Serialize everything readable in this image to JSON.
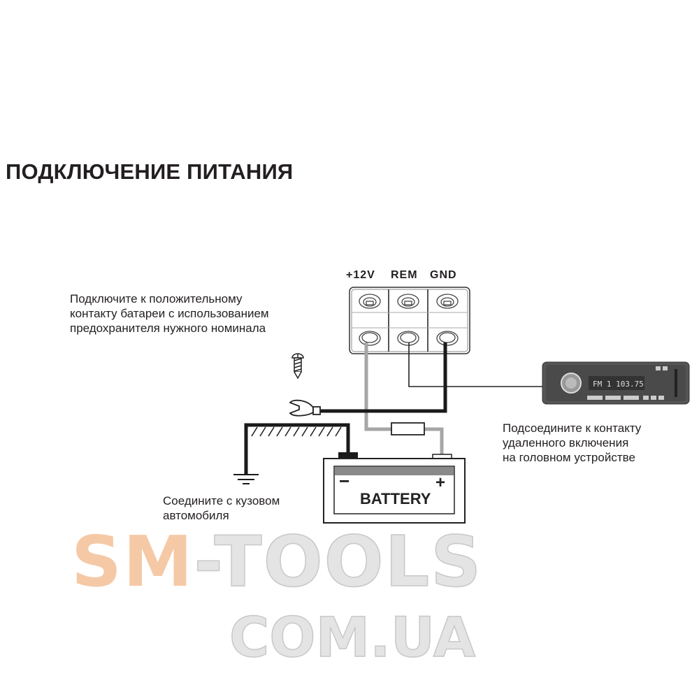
{
  "title": "ПОДКЛЮЧЕНИЕ ПИТАНИЯ",
  "terminals": {
    "plus12v": "+12V",
    "rem": "REM",
    "gnd": "GND"
  },
  "notes": {
    "battery_positive": [
      "Подключите к положительному",
      "контакту батареи с использованием",
      "предохранителя нужного номинала"
    ],
    "remote": [
      "Подсоедините к контакту",
      "удаленного включения",
      "на головном устройстве"
    ],
    "chassis": [
      "Соедините с кузовом",
      "автомобиля"
    ]
  },
  "battery": {
    "label": "BATTERY",
    "minus": "−",
    "plus": "+"
  },
  "radio_display": "FM 1 103.75",
  "watermark": {
    "line1_accent": "SM",
    "line1_rest": "-TOOLS",
    "line2": "COM.UA",
    "accent_color": "#f5c9a6"
  },
  "colors": {
    "wire_positive": "#a6a6a6",
    "wire_ground": "#1a1a1a",
    "wire_remote": "#231f20"
  }
}
